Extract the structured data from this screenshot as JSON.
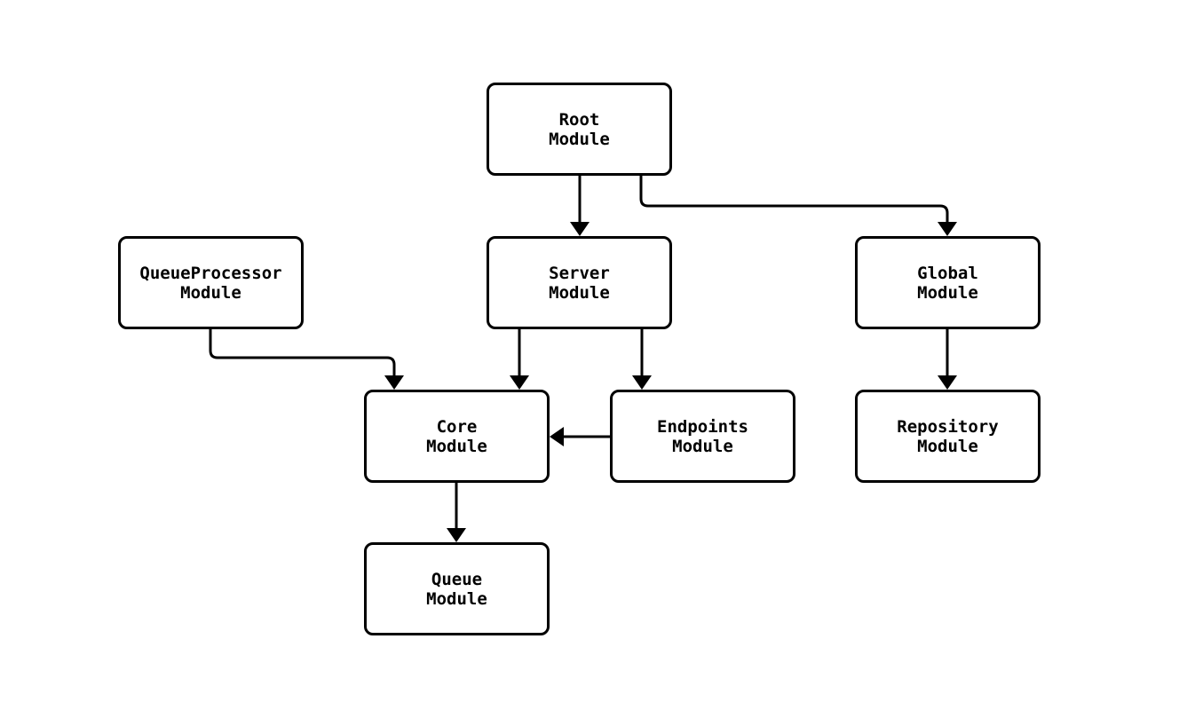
{
  "diagram": {
    "type": "module-dependency-graph",
    "background_color": "#ffffff",
    "node_fill_color": "#ffffff",
    "line_color": "#000000",
    "text_color": "#000000",
    "nodes": [
      {
        "id": "root",
        "label": "Root\nModule"
      },
      {
        "id": "queueprocessor",
        "label": "QueueProcessor\nModule"
      },
      {
        "id": "server",
        "label": "Server\nModule"
      },
      {
        "id": "global",
        "label": "Global\nModule"
      },
      {
        "id": "core",
        "label": "Core\nModule"
      },
      {
        "id": "endpoints",
        "label": "Endpoints\nModule"
      },
      {
        "id": "repository",
        "label": "Repository\nModule"
      },
      {
        "id": "queue",
        "label": "Queue\nModule"
      }
    ],
    "edges": [
      {
        "from": "root",
        "to": "server"
      },
      {
        "from": "root",
        "to": "global"
      },
      {
        "from": "queueprocessor",
        "to": "core"
      },
      {
        "from": "server",
        "to": "core"
      },
      {
        "from": "server",
        "to": "endpoints"
      },
      {
        "from": "endpoints",
        "to": "core"
      },
      {
        "from": "global",
        "to": "repository"
      },
      {
        "from": "core",
        "to": "queue"
      }
    ]
  }
}
